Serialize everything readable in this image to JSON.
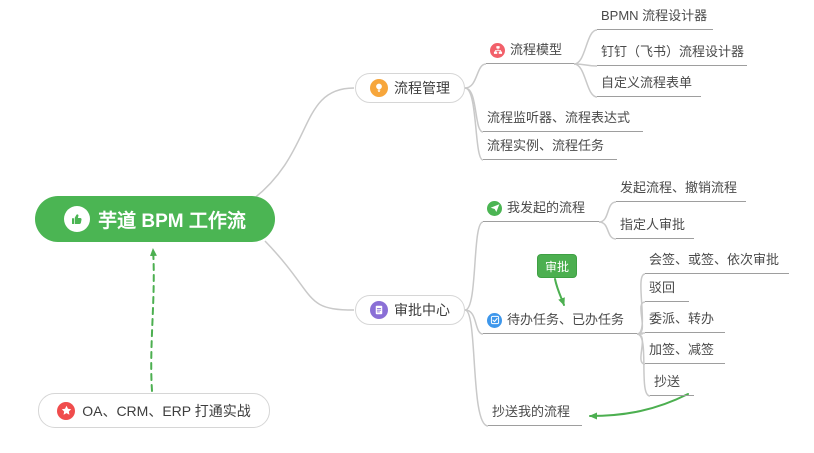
{
  "root": {
    "label": "芋道 BPM 工作流",
    "icon": "thumbs-up-icon"
  },
  "branches": {
    "process": {
      "label": "流程管理",
      "icon": "bulb-icon"
    },
    "approval": {
      "label": "审批中心",
      "icon": "clipboard-icon"
    }
  },
  "process_children": {
    "model": {
      "label": "流程模型",
      "icon": "flow-icon"
    },
    "bpmn": {
      "label": "BPMN 流程设计器"
    },
    "dingtalk": {
      "label": "钉钉（飞书）流程设计器"
    },
    "custom_form": {
      "label": "自定义流程表单"
    },
    "listener": {
      "label": "流程监听器、流程表达式"
    },
    "instance": {
      "label": "流程实例、流程任务"
    }
  },
  "approval_children": {
    "my_initiated": {
      "label": "我发起的流程",
      "icon": "paper-plane-icon"
    },
    "initiate_cancel": {
      "label": "发起流程、撤销流程"
    },
    "assignee": {
      "label": "指定人审批"
    },
    "todo_done": {
      "label": "待办任务、已办任务",
      "icon": "checklist-icon"
    },
    "countersign": {
      "label": "会签、或签、依次审批"
    },
    "reject": {
      "label": "驳回"
    },
    "delegate": {
      "label": "委派、转办"
    },
    "sign": {
      "label": "加签、减签"
    },
    "cc": {
      "label": "抄送"
    },
    "cc_my": {
      "label": "抄送我的流程"
    }
  },
  "annotations": {
    "approve_badge": {
      "label": "审批"
    },
    "footnote": {
      "label": "OA、CRM、ERP 打通实战",
      "icon": "star-icon"
    }
  },
  "colors": {
    "root_bg": "#4bb553",
    "connector": "#c9c9c9",
    "underline": "#9e9e9e",
    "node_border": "#d6d6d6",
    "arrow_green": "#4caf50",
    "badge_bg": "#4caf50",
    "icon_orange": "#f7a63b",
    "icon_red": "#f2606a",
    "icon_green": "#4bb553",
    "icon_blue": "#3e97eb",
    "icon_purple": "#8a6fd6",
    "icon_star": "#f04c4c"
  }
}
